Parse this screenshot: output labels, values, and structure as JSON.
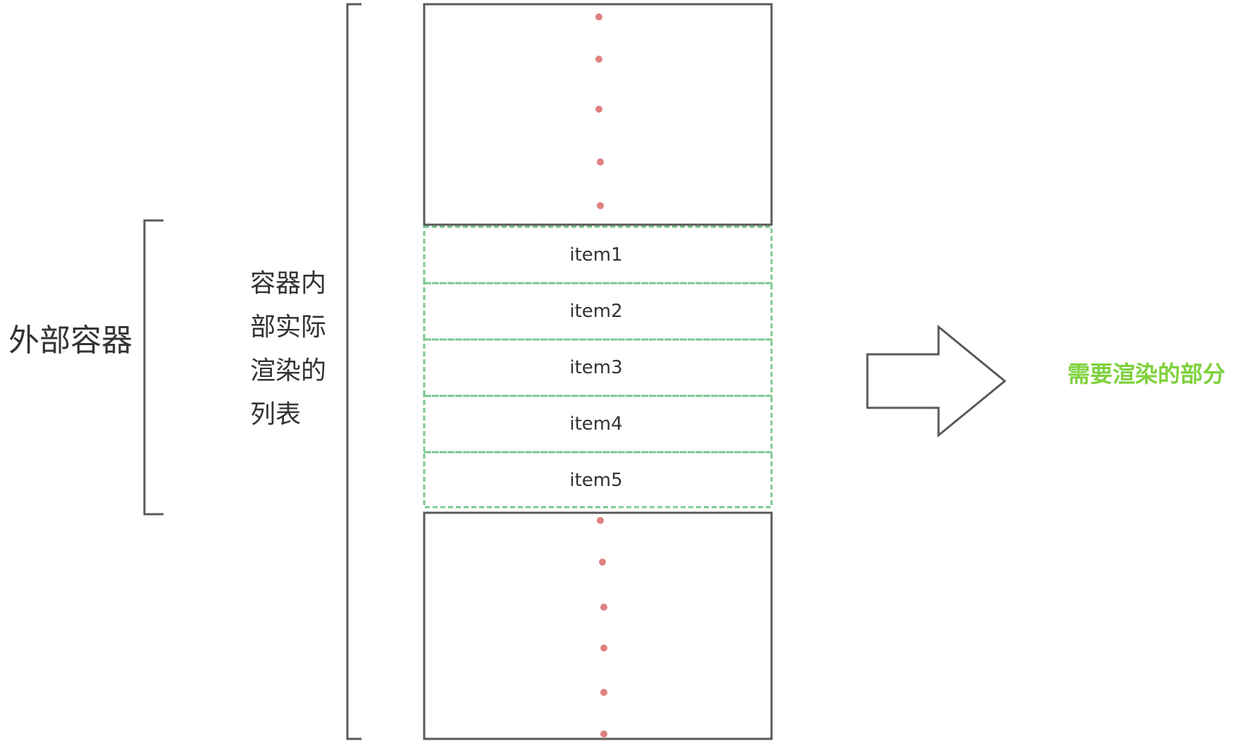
{
  "labels": {
    "outer_container": "外部容器",
    "inner_list": "容器内部实际渲染的列表",
    "render_part": "需要渲染的部分"
  },
  "items": [
    "item1",
    "item2",
    "item3",
    "item4",
    "item5"
  ],
  "colors": {
    "stroke": "#595959",
    "dot": "#e08080",
    "item_border": "#7ac98f",
    "highlight_text": "#7ed13c",
    "text": "#333333"
  },
  "icons": {
    "arrow": "right-arrow-outline-icon",
    "bracket": "left-square-bracket"
  }
}
